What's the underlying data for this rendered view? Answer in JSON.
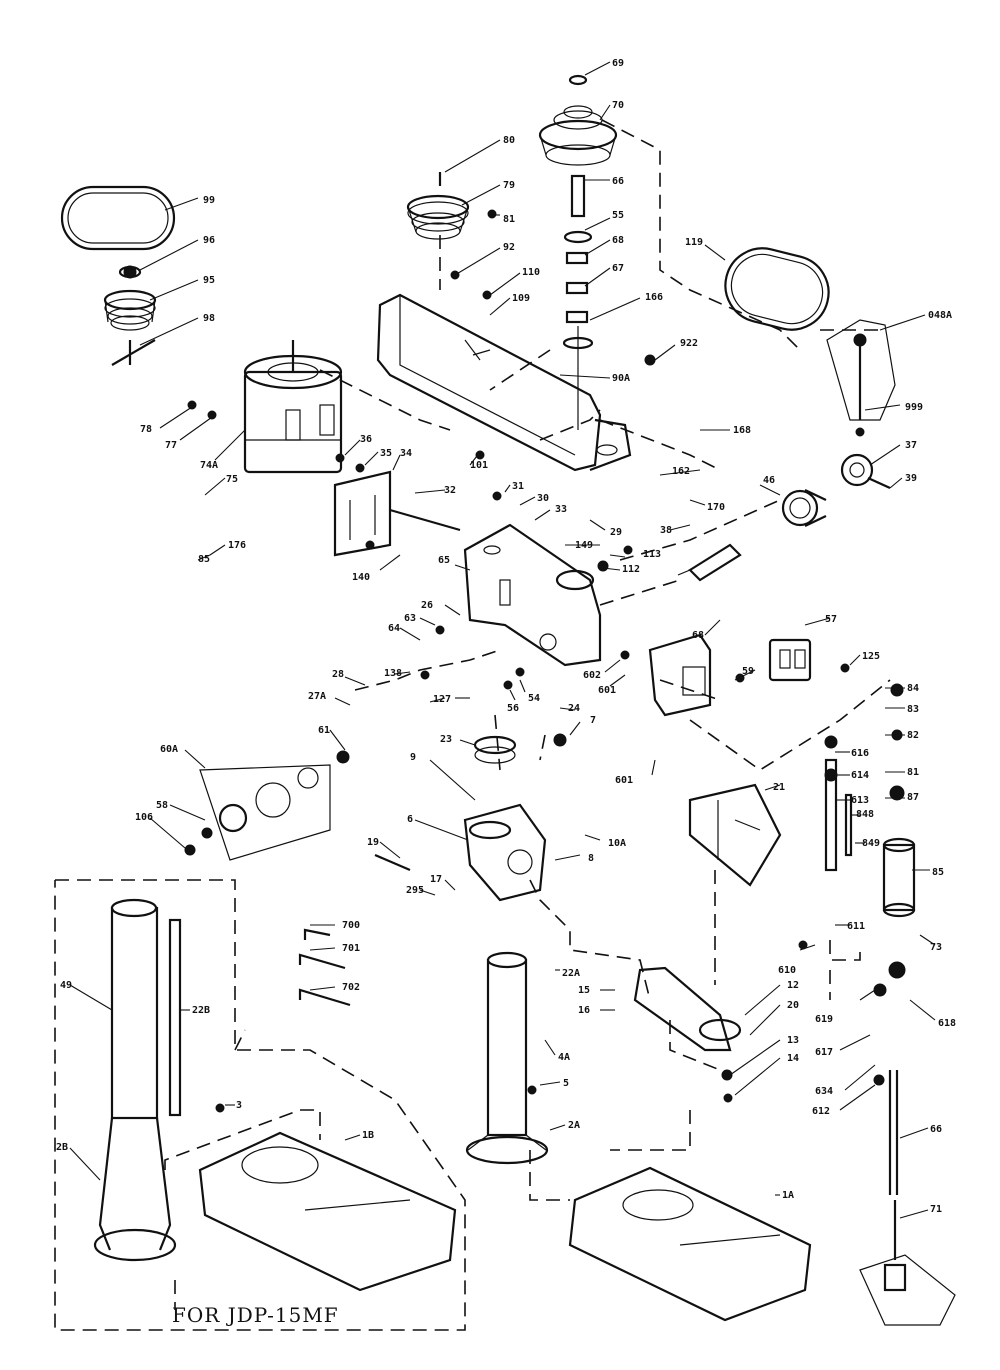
{
  "diagram": {
    "kit_note": "FOR JDP-15MF",
    "part_labels": [
      "69",
      "70",
      "80",
      "79",
      "81",
      "99",
      "96",
      "95",
      "98",
      "66",
      "55",
      "68",
      "67",
      "92",
      "110",
      "109",
      "166",
      "922",
      "90A",
      "119",
      "048A",
      "999",
      "37",
      "39",
      "78",
      "77",
      "74A",
      "75",
      "176",
      "85",
      "36",
      "35",
      "34",
      "101",
      "32",
      "31",
      "30",
      "33",
      "168",
      "162",
      "170",
      "46",
      "38",
      "140",
      "149",
      "65",
      "113",
      "112",
      "29",
      "26",
      "63",
      "64",
      "138",
      "28",
      "27A",
      "127",
      "56",
      "54",
      "602",
      "601",
      "68",
      "59",
      "57",
      "125",
      "61",
      "60A",
      "58",
      "106",
      "24",
      "23",
      "7",
      "9",
      "10A",
      "6",
      "8",
      "19",
      "17",
      "295",
      "601",
      "21",
      "84",
      "83",
      "82",
      "81",
      "87",
      "616",
      "614",
      "613",
      "848",
      "849",
      "85",
      "611",
      "610",
      "73",
      "700",
      "701",
      "702",
      "49",
      "22B",
      "3",
      "2B",
      "1B",
      "22A",
      "4A",
      "5",
      "2A",
      "1A",
      "15",
      "16",
      "12",
      "20",
      "13",
      "14",
      "619",
      "618",
      "617",
      "634",
      "612",
      "66",
      "71"
    ]
  }
}
